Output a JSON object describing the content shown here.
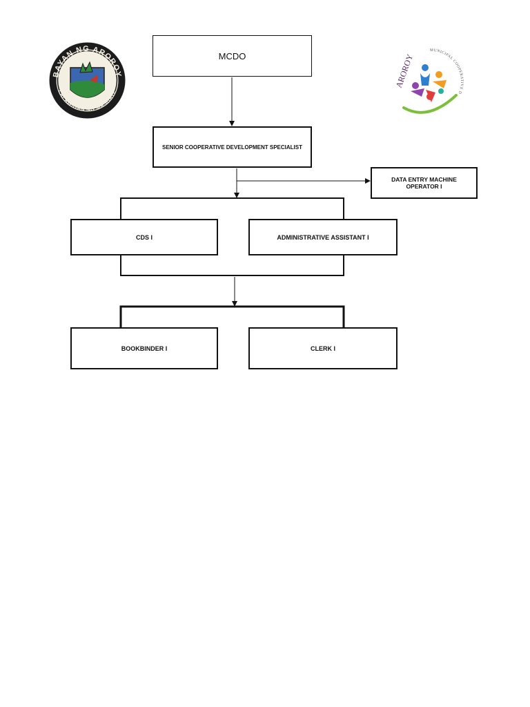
{
  "chart": {
    "root": "MCDO",
    "senior": "SENIOR COOPERATIVE DEVELOPMENT SPECIALIST",
    "data_entry": "DATA ENTRY MACHINE OPERATOR I",
    "cds": "CDS I",
    "admin": "ADMINISTRATIVE ASSISTANT I",
    "bookbinder": "BOOKBINDER I",
    "clerk": "CLERK I"
  },
  "logos": {
    "left": {
      "top_text": "BAYAN NG AROROY",
      "bottom_text": "LALAWIGAN NG MASBATE",
      "colors": {
        "ring": "#1c1c1c",
        "inner": "#f3efe2",
        "sky": "#3b66b0",
        "green": "#2f8a3c",
        "red": "#c0392b"
      }
    },
    "right": {
      "name": "AROROY",
      "office": "MUNICIPAL COOPERATIVE DEVELOPMENT OFFICE",
      "colors": {
        "arc": "#7bbf3a",
        "blue": "#2d7fd0",
        "orange": "#f39c1f",
        "red": "#e23c3c",
        "purple": "#8e44ad",
        "teal": "#27b0a0"
      }
    }
  },
  "edges": [
    [
      "MCDO",
      "SENIOR COOPERATIVE DEVELOPMENT SPECIALIST"
    ],
    [
      "SENIOR COOPERATIVE DEVELOPMENT SPECIALIST",
      "DATA ENTRY MACHINE OPERATOR I"
    ],
    [
      "SENIOR COOPERATIVE DEVELOPMENT SPECIALIST",
      "CDS I"
    ],
    [
      "SENIOR COOPERATIVE DEVELOPMENT SPECIALIST",
      "ADMINISTRATIVE ASSISTANT I"
    ],
    [
      "CDS I",
      "BOOKBINDER I"
    ],
    [
      "ADMINISTRATIVE ASSISTANT I",
      "CLERK I"
    ]
  ]
}
